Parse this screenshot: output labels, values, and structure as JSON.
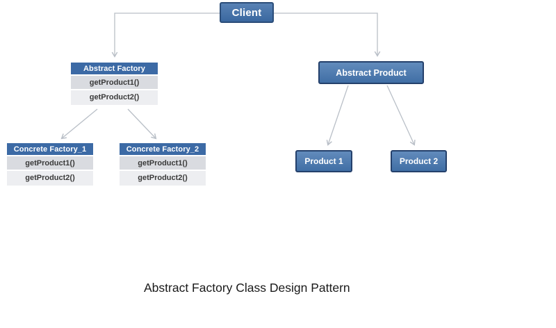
{
  "diagram": {
    "client": {
      "label": "Client"
    },
    "abstract_factory": {
      "title": "Abstract Factory",
      "methods": [
        "getProduct1()",
        "getProduct2()"
      ]
    },
    "concrete_factories": [
      {
        "title": "Concrete Factory_1",
        "methods": [
          "getProduct1()",
          "getProduct2()"
        ]
      },
      {
        "title": "Concrete Factory_2",
        "methods": [
          "getProduct1()",
          "getProduct2()"
        ]
      }
    ],
    "abstract_product": {
      "label": "Abstract Product"
    },
    "products": [
      {
        "label": "Product 1"
      },
      {
        "label": "Product 2"
      }
    ],
    "caption": "Abstract Factory Class Design Pattern"
  },
  "colors": {
    "client_fill": "#3D6DA8",
    "client_border": "#2B4D79",
    "header_fill": "#3C6AA5",
    "row_odd_bg": "#D9DBE0",
    "row_even_bg": "#EDEEF1",
    "product_fill": "#4475AF",
    "product_border": "#24406B",
    "connector": "#B9BFC7",
    "caption_color": "#1A1A1A",
    "header_text": "#FFFFFF",
    "row_text": "#3A3A3A"
  }
}
